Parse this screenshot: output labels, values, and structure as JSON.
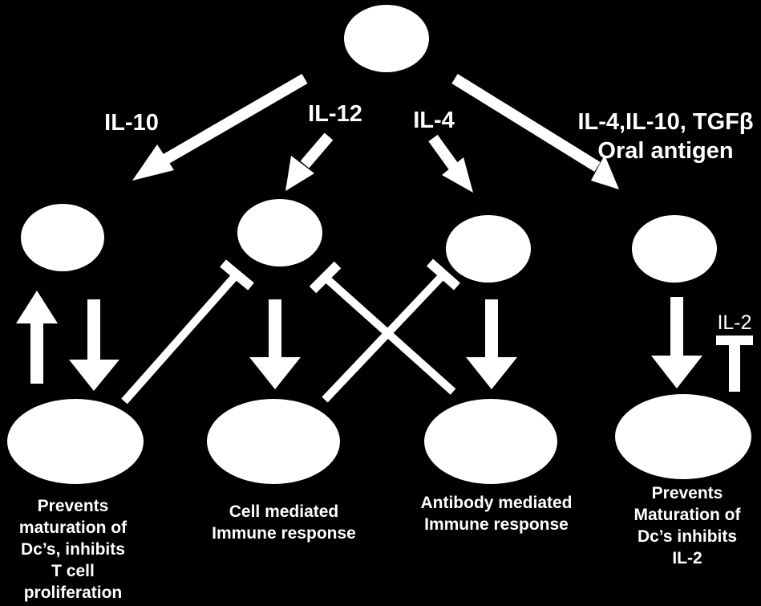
{
  "diagram": {
    "cytokines": {
      "left": "IL-10",
      "center_left": "IL-12",
      "center_right": "IL-4",
      "right_line1": "IL-4,IL-10, TGFβ",
      "right_line2": "Oral antigen"
    },
    "inhibitor_label": "IL-2",
    "captions": {
      "col1": [
        "Prevents",
        "maturation of",
        "Dc’s, inhibits",
        "T cell",
        "proliferation"
      ],
      "col2": [
        "Cell mediated",
        "Immune response"
      ],
      "col3": [
        "Antibody mediated",
        "Immune response"
      ],
      "col4": [
        "Prevents",
        "Maturation of",
        "Dc’s inhibits",
        "IL-2"
      ]
    },
    "colors": {
      "background": "#000000",
      "foreground": "#ffffff"
    }
  }
}
